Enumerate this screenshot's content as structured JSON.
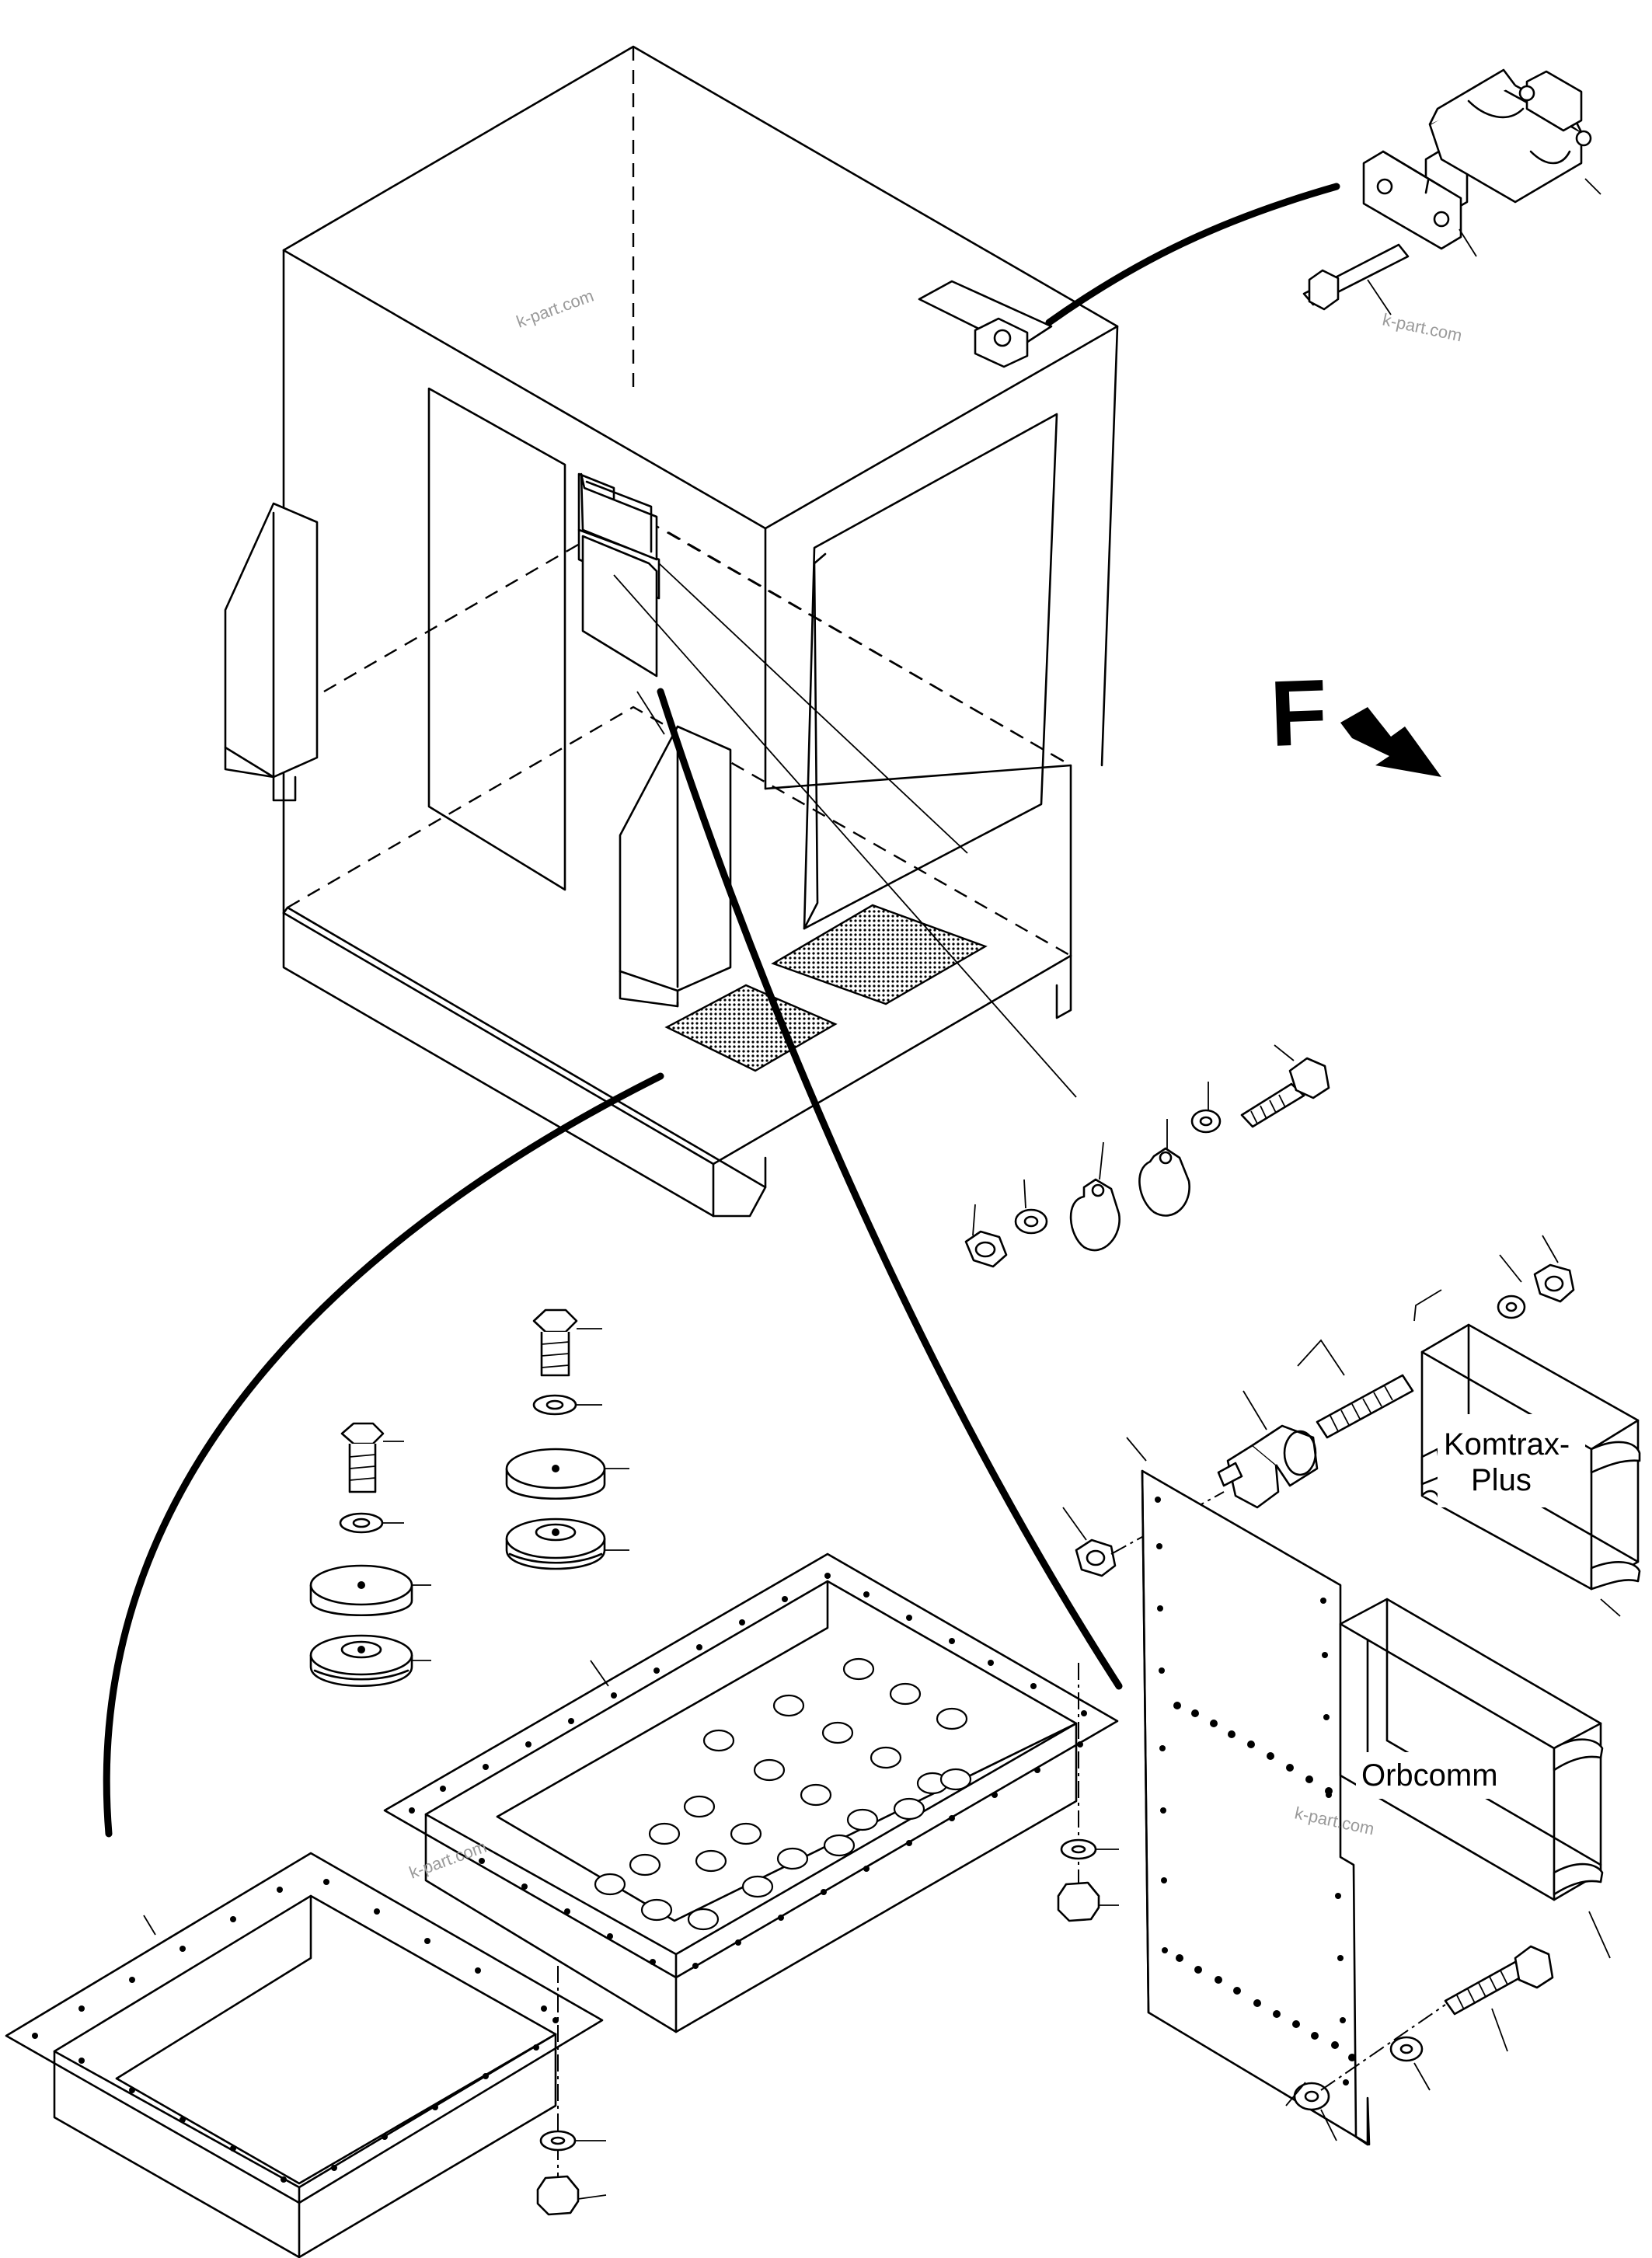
{
  "labels": {
    "komtrax_line1": "Komtrax-",
    "komtrax_line2": "Plus",
    "orbcomm": "Orbcomm"
  },
  "direction_marker": {
    "letter": "F"
  },
  "watermarks": [
    "k-part.com",
    "k-part.com",
    "k-part.com",
    "k-part.com"
  ]
}
